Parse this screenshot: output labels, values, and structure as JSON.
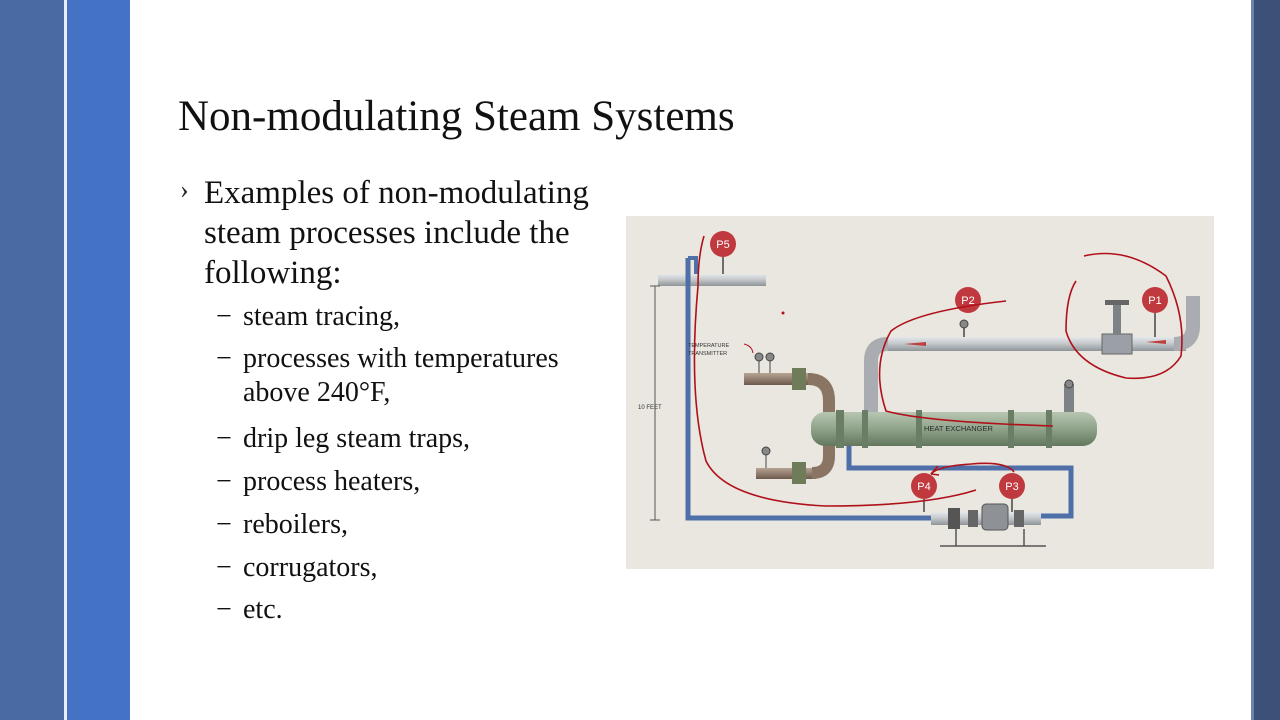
{
  "slide": {
    "title": "Non-modulating Steam Systems",
    "bullet": {
      "marker": "›",
      "lines": [
        "Examples of non-modulating",
        "steam processes include the",
        "following:"
      ]
    },
    "sub_marker": "−",
    "sub_items": [
      {
        "line1": "steam tracing,"
      },
      {
        "line1": "processes with temperatures",
        "line2": "above 240°F,"
      },
      {
        "line1": "drip leg steam traps,"
      },
      {
        "line1": "process heaters,"
      },
      {
        "line1": "reboilers,"
      },
      {
        "line1": "corrugators,"
      },
      {
        "line1": "etc."
      }
    ]
  },
  "diagram": {
    "labels": {
      "p1": "P1",
      "p2": "P2",
      "p3": "P3",
      "p4": "P4",
      "p5": "P5",
      "temp_line1": "TEMPERATURE",
      "temp_line2": "TRANSMITTER",
      "height": "10 FEET",
      "hx": "HEAT EXCHANGER"
    },
    "colors": {
      "pipe_gray": "#c4c8cc",
      "condensate_blue": "#4f6fa8",
      "exchanger_green": "#8fa38a",
      "marker_red": "#c0393e",
      "ink_red": "#b0101a",
      "background": "#e9e7e0"
    }
  }
}
